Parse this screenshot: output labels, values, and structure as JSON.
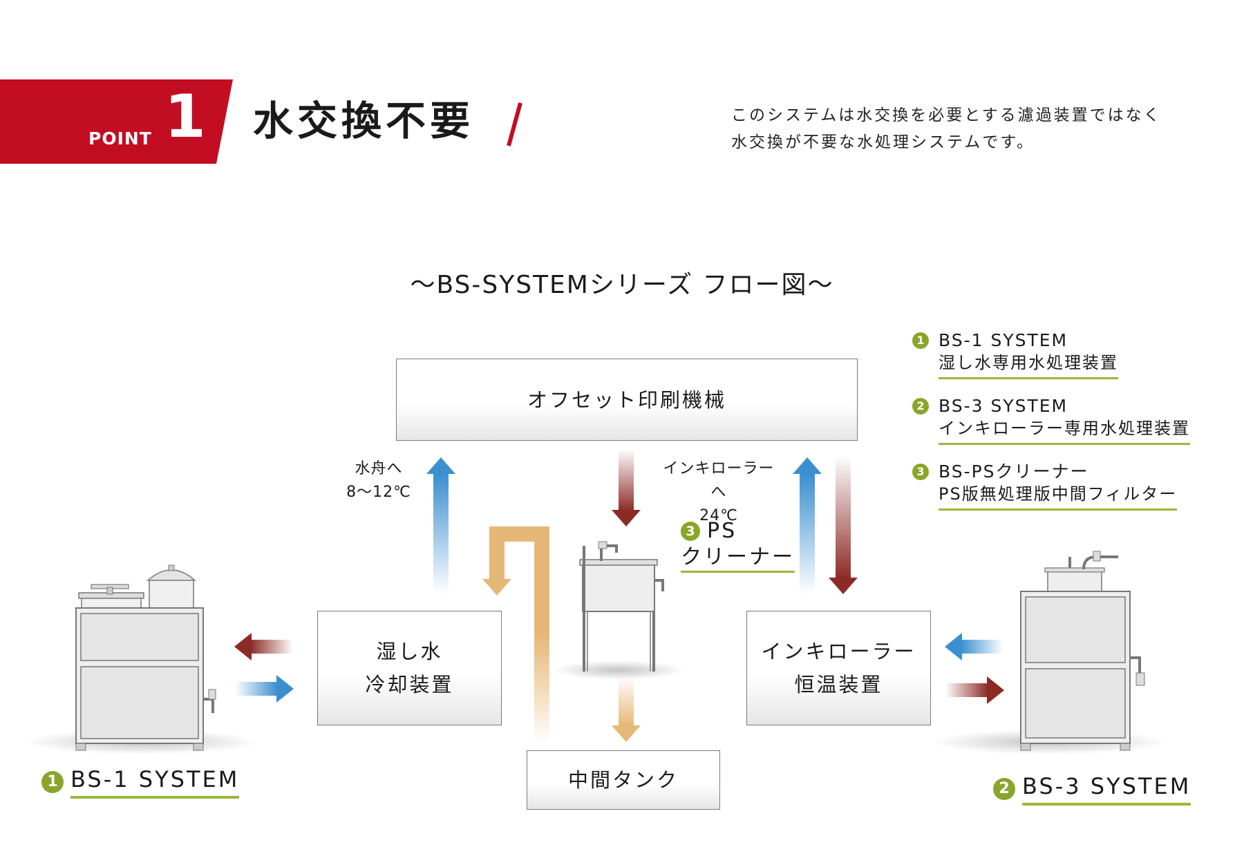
{
  "header": {
    "point_label": "POINT",
    "point_number": "1",
    "heading": "水交換不要",
    "description_lines": [
      "このシステムは水交換を必要とする濾過装置ではなく",
      "水交換が不要な水処理システムです。"
    ]
  },
  "flow": {
    "title": "～BS-SYSTEMシリーズ フロー図～",
    "boxes": {
      "press": {
        "lines": [
          "オフセット印刷機械"
        ]
      },
      "dampening": {
        "lines": [
          "湿し水",
          "冷却装置"
        ]
      },
      "ink": {
        "lines": [
          "インキローラー",
          "恒温装置"
        ]
      },
      "tank": {
        "lines": [
          "中間タンク"
        ]
      }
    },
    "labels": {
      "fountain": {
        "line1": "水舟へ",
        "line2": "8～12℃"
      },
      "roller": {
        "line1": "インキローラーへ",
        "line2": "24℃"
      },
      "ps_number": "3",
      "ps_line1": "PS",
      "ps_line2": "クリーナー"
    }
  },
  "legend": [
    {
      "number": "1",
      "title": "BS-1 SYSTEM",
      "subtitle": "湿し水専用水処理装置"
    },
    {
      "number": "2",
      "title": "BS-3 SYSTEM",
      "subtitle": "インキローラー専用水処理装置"
    },
    {
      "number": "3",
      "title": "BS-PSクリーナー",
      "subtitle": "PS版無処理版中間フィルター"
    }
  ],
  "systems": {
    "bs1": {
      "number": "1",
      "name": "BS-1 SYSTEM"
    },
    "bs3": {
      "number": "2",
      "name": "BS-3 SYSTEM"
    }
  },
  "colors": {
    "brand_red": "#c30d23",
    "cold_blue": "#3a8fd0",
    "warm_red": "#8c2a25",
    "tank_orange": "#e6b877",
    "accent_green": "#9ab83a"
  }
}
